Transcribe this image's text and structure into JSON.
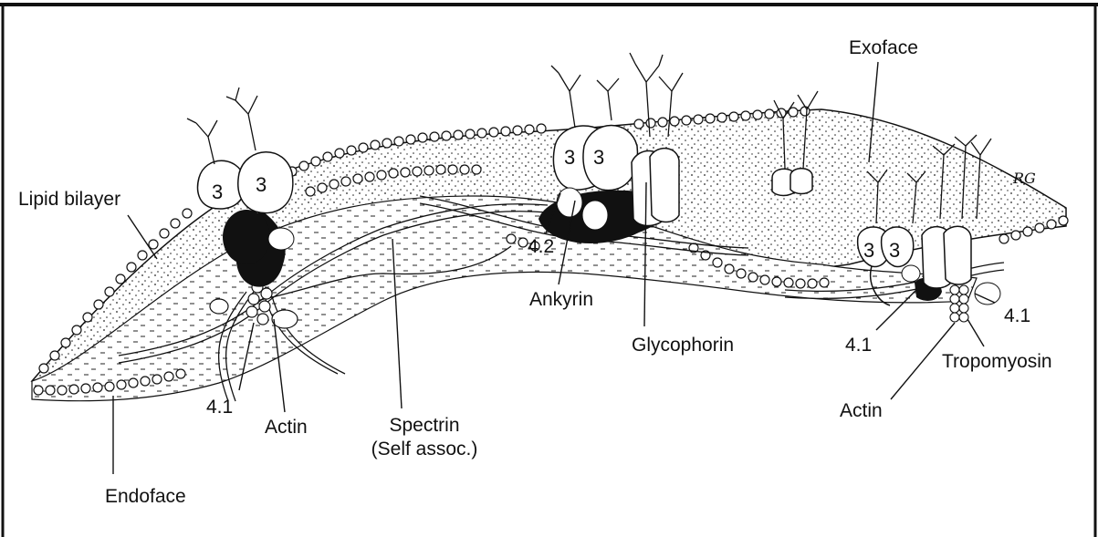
{
  "diagram": {
    "labels": {
      "exoface": "Exoface",
      "lipid_bilayer": "Lipid bilayer",
      "endoface": "Endoface",
      "spectrin_line1": "Spectrin",
      "spectrin_line2": "(Self assoc.)",
      "actin_left": "Actin",
      "band41_left": "4.1",
      "band42": "4.2",
      "ankyrin": "Ankyrin",
      "glycophorin": "Glycophorin",
      "band41_right_lower": "4.1",
      "band41_right_upper": "4.1",
      "tropomyosin": "Tropomyosin",
      "actin_right": "Actin",
      "band3": "3",
      "signature": "RG"
    },
    "colors": {
      "ink": "#111111",
      "paper": "#ffffff"
    }
  }
}
